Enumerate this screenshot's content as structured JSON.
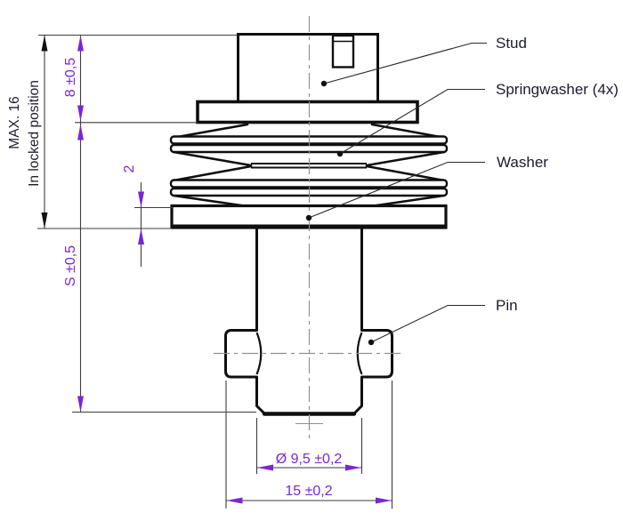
{
  "drawing": {
    "type": "technical-drawing",
    "part_labels": {
      "stud": "Stud",
      "springwasher": "Springwasher (4x)",
      "washer": "Washer",
      "pin": "Pin"
    },
    "dimensions": {
      "overall_height_max": "MAX. 16",
      "overall_height_note": "In locked position",
      "stud_head_height": "8 ±0,5",
      "washer_thickness": "2",
      "grip_length": "S ±0,5",
      "shaft_diameter": "Ø 9,5 ±0,2",
      "pin_overall_width": "15 ±0,2"
    },
    "colors": {
      "outline": "#0f0f0f",
      "dimension_accent": "#7a26d4",
      "dimension_line": "#3c3c3c",
      "label_text": "#1c1c2e",
      "centerline": "#8f8f8f",
      "background": "#ffffff"
    }
  }
}
